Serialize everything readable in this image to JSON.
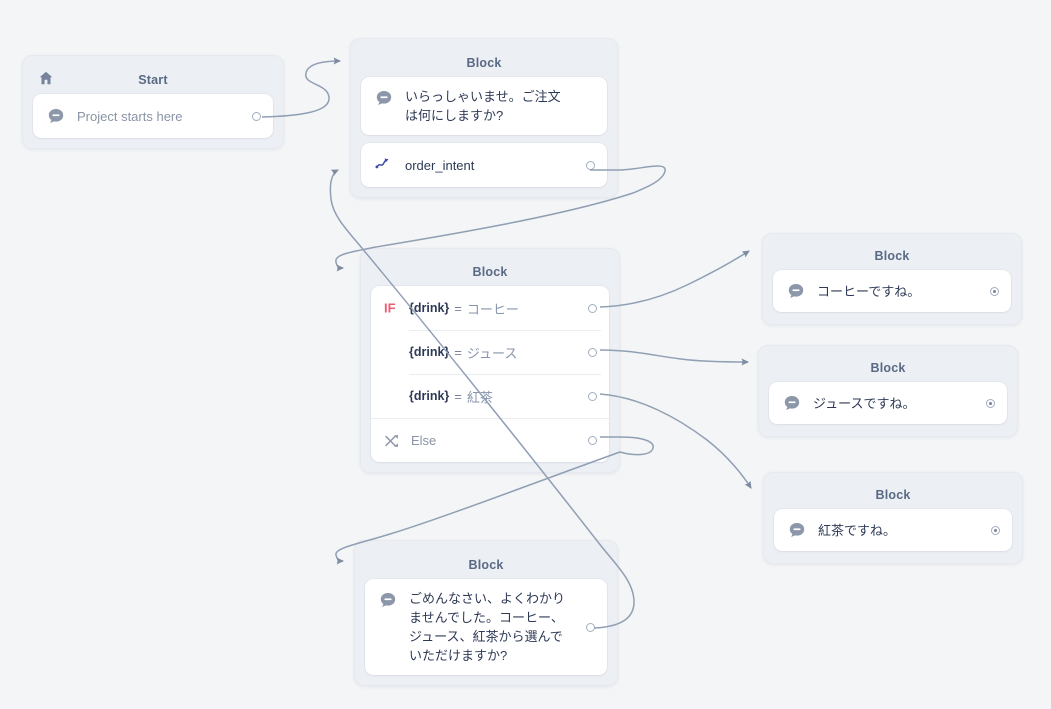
{
  "canvas": {
    "background": "#f4f5f7",
    "connector_color": "#909fb4"
  },
  "nodes": {
    "start": {
      "title": "Start",
      "step": {
        "icon": "speech-icon",
        "text": "Project starts here"
      }
    },
    "greet": {
      "title": "Block",
      "message": {
        "icon": "speech-icon",
        "text": "いらっしゃいませ。ご注文は何にしますか?"
      },
      "intent": {
        "icon": "intent-icon",
        "text": "order_intent"
      }
    },
    "condition": {
      "title": "Block",
      "if_label": "IF",
      "rows": [
        {
          "variable": "{drink}",
          "operator": "=",
          "value": "コーヒー"
        },
        {
          "variable": "{drink}",
          "operator": "=",
          "value": "ジュース"
        },
        {
          "variable": "{drink}",
          "operator": "=",
          "value": "紅茶"
        }
      ],
      "else_label": "Else"
    },
    "coffee": {
      "title": "Block",
      "message": {
        "icon": "speech-icon",
        "text": "コーヒーですね。"
      }
    },
    "juice": {
      "title": "Block",
      "message": {
        "icon": "speech-icon",
        "text": "ジュースですね。"
      }
    },
    "tea": {
      "title": "Block",
      "message": {
        "icon": "speech-icon",
        "text": "紅茶ですね。"
      }
    },
    "sorry": {
      "title": "Block",
      "message": {
        "icon": "speech-icon",
        "text": "ごめんなさい、よくわかりませんでした。コーヒー、ジュース、紅茶から選んでいただけますか?"
      }
    }
  },
  "edges": [
    {
      "from": "start",
      "to": "greet"
    },
    {
      "from": "greet.intent",
      "to": "condition"
    },
    {
      "from": "condition.row-0",
      "to": "coffee"
    },
    {
      "from": "condition.row-1",
      "to": "juice"
    },
    {
      "from": "condition.row-2",
      "to": "tea"
    },
    {
      "from": "condition.else",
      "to": "sorry"
    },
    {
      "from": "sorry",
      "to": "greet"
    }
  ]
}
